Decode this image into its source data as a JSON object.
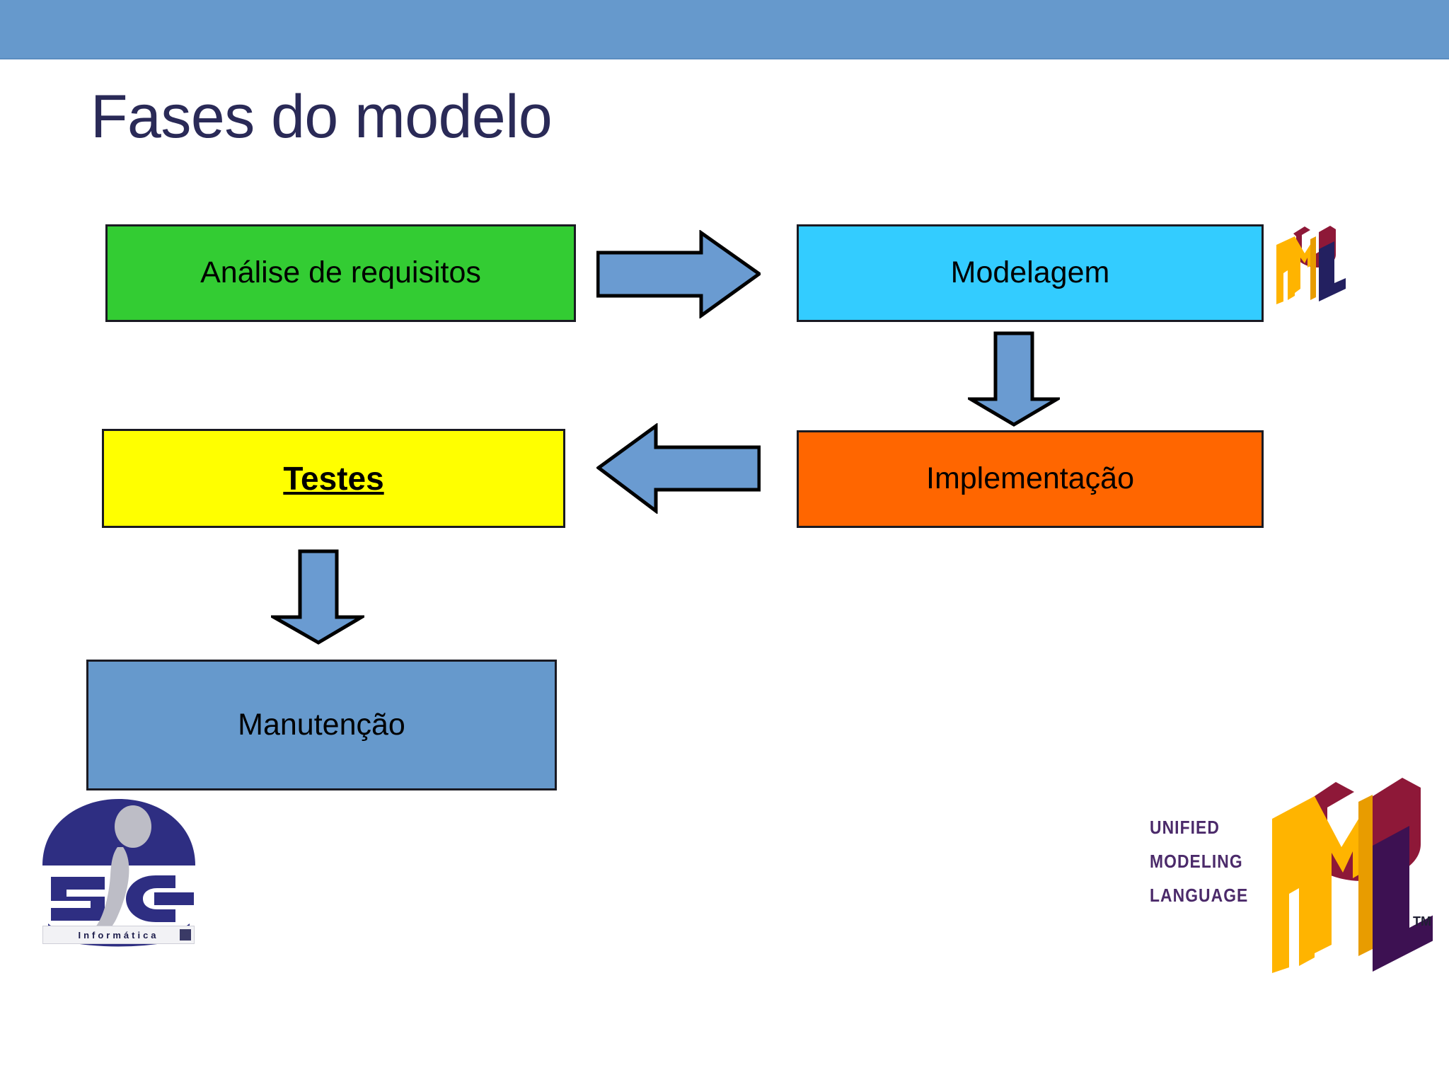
{
  "slide": {
    "title": "Fases do modelo",
    "title_color": "#2A2A57",
    "banner_color": "#6699CC",
    "background_color": "#FFFFFF"
  },
  "diagram": {
    "type": "flowchart",
    "boxes": [
      {
        "id": "analise",
        "label": "Análise de requisitos",
        "fill": "#33CC33",
        "text_color": "#000000",
        "bold": false
      },
      {
        "id": "modelagem",
        "label": "Modelagem",
        "fill": "#33CCFF",
        "text_color": "#000000",
        "bold": false
      },
      {
        "id": "implementacao",
        "label": "Implementação",
        "fill": "#FF6600",
        "text_color": "#000000",
        "bold": false
      },
      {
        "id": "testes",
        "label": "Testes ",
        "fill": "#FFFF00",
        "text_color": "#000000",
        "bold": true
      },
      {
        "id": "manutencao",
        "label": "Manutenção",
        "fill": "#6699CC",
        "text_color": "#000000",
        "bold": false
      }
    ],
    "arrows": [
      {
        "id": "analise-to-modelagem",
        "direction": "right",
        "fill": "#6A9BD1",
        "stroke": "#000000"
      },
      {
        "id": "modelagem-to-implementacao",
        "direction": "down",
        "fill": "#6A9BD1",
        "stroke": "#000000"
      },
      {
        "id": "implementacao-to-testes",
        "direction": "left",
        "fill": "#6A9BD1",
        "stroke": "#000000"
      },
      {
        "id": "testes-to-manutencao",
        "direction": "down",
        "fill": "#6A9BD1",
        "stroke": "#000000"
      }
    ]
  },
  "logos": {
    "uml_small": {
      "name": "uml-logo-icon",
      "letters": [
        "U",
        "M",
        "L"
      ]
    },
    "uml_big": {
      "name": "uml-logo-icon",
      "line1": "UNIFIED",
      "line2": "MODELING",
      "line3": "LANGUAGE",
      "trademark": "TM",
      "colors": {
        "u": "#8E1838",
        "m": "#FFB400",
        "l": "#3D1152",
        "words": "#4B2A6A"
      }
    },
    "sic": {
      "name": "sic-informatica-logo-icon",
      "caption": "Informática",
      "colors": {
        "emblem": "#2E2E82",
        "figure": "#BDBDC6"
      }
    }
  }
}
